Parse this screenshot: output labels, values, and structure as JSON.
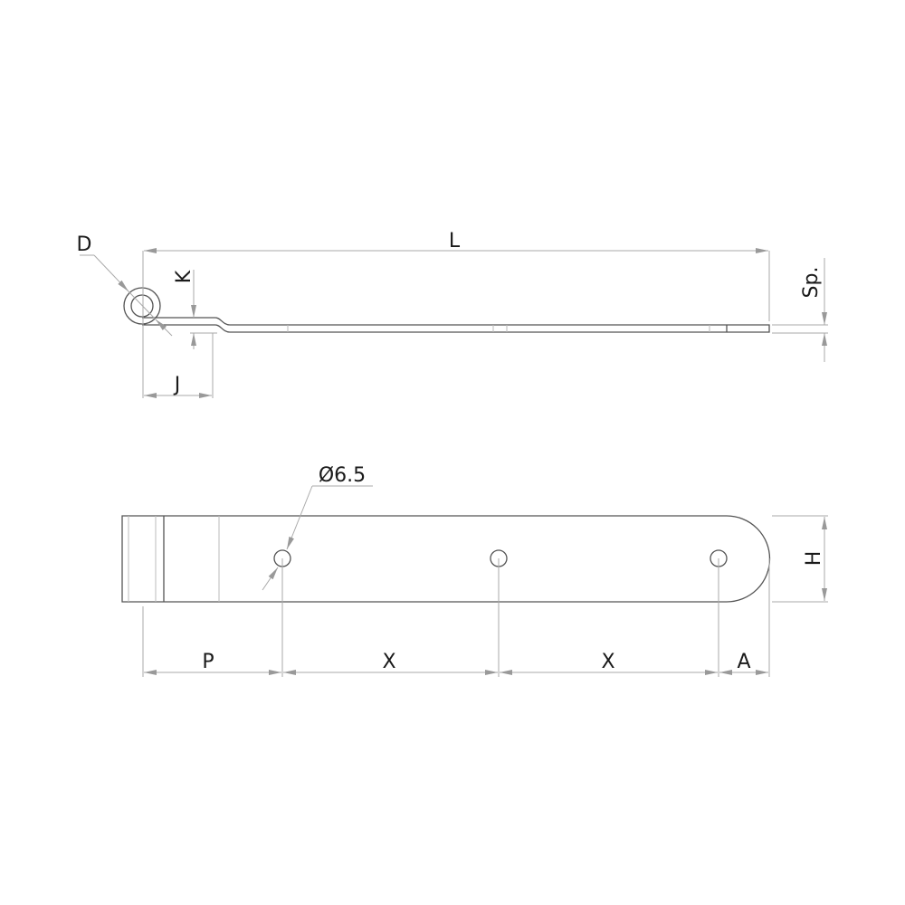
{
  "drawing": {
    "side_view": {
      "labels": {
        "length": "L",
        "eye_diameter": "D",
        "offset_height": "K",
        "offset_length": "J",
        "thickness": "Sp."
      }
    },
    "top_view": {
      "labels": {
        "hole_diameter": "Ø6.5",
        "height": "H",
        "first_hole": "P",
        "spacing_1": "X",
        "spacing_2": "X",
        "end_distance": "A"
      }
    }
  },
  "colors": {
    "part_line": "#555555",
    "dimension_line": "#aaaaaa",
    "text": "#1a1a1a"
  }
}
